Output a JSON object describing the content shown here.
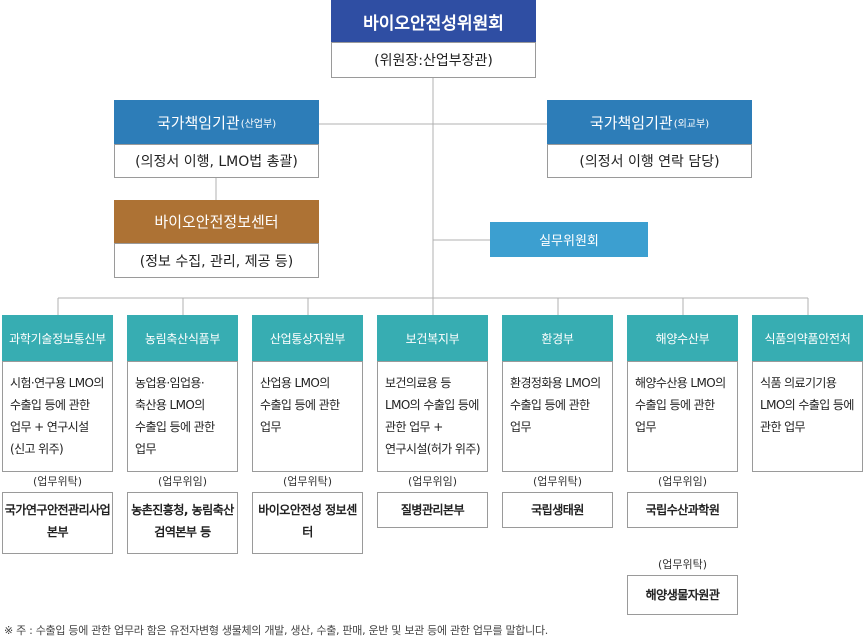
{
  "top": {
    "title": "바이오안전성위원회",
    "subtitle": "(위원장:산업부장관)"
  },
  "national_agency_moti": {
    "title": "국가책임기관",
    "tag": "(산업부)",
    "desc": "(의정서 이행, LMO법 총괄)"
  },
  "national_agency_mofa": {
    "title": "국가책임기관",
    "tag": "(외교부)",
    "desc": "(의정서 이행 연락 담당)"
  },
  "info_center": {
    "title": "바이오안전정보센터",
    "desc": "(정보 수집, 관리, 제공 등)"
  },
  "working_committee": "실무위원회",
  "ministries": [
    {
      "name": "과학기술정보통신부",
      "duty": "시험·연구용 LMO의 수출입 등에 관한 업무 + 연구시설(신고 위주)",
      "delegation": "(업무위탁)",
      "agency": "국가연구안전관리사업본부"
    },
    {
      "name": "농림축산식품부",
      "duty": "농업용·임업용·축산용 LMO의 수출입 등에 관한 업무",
      "delegation": "(업무위임)",
      "agency": "농촌진흥청, 농림축산검역본부 등"
    },
    {
      "name": "산업통상자원부",
      "duty": "산업용 LMO의 수출입 등에 관한 업무",
      "delegation": "(업무위탁)",
      "agency": "바이오안전성 정보센터"
    },
    {
      "name": "보건복지부",
      "duty": "보건의료용 등 LMO의 수출입 등에 관한 업무 + 연구시설(허가 위주)",
      "delegation": "(업무위임)",
      "agency": "질병관리본부"
    },
    {
      "name": "환경부",
      "duty": "환경정화용 LMO의 수출입 등에 관한 업무",
      "delegation": "(업무위탁)",
      "agency": "국립생태원"
    },
    {
      "name": "해양수산부",
      "duty": "해양수산용 LMO의 수출입 등에 관한 업무",
      "delegation": "(업무위임)",
      "agency": "국립수산과학원",
      "delegation2": "(업무위탁)",
      "agency2": "해양생물자원관"
    },
    {
      "name": "식품의약품안전처",
      "duty": "식품 의료기기용 LMO의 수출입 등에 관한 업무"
    }
  ],
  "footnote": "※ 주 : 수출입 등에 관한 업무라 함은 유전자변형 생물체의 개발, 생산, 수출, 판매, 운반 및 보관 등에 관한 업무를 말합니다.",
  "colors": {
    "top_header": "#2f4ea3",
    "agency_header": "#2d7db8",
    "info_center_header": "#ad7234",
    "committee": "#3c9fd0",
    "ministry_header": "#37adb2",
    "connector": "#b0b0b0"
  }
}
